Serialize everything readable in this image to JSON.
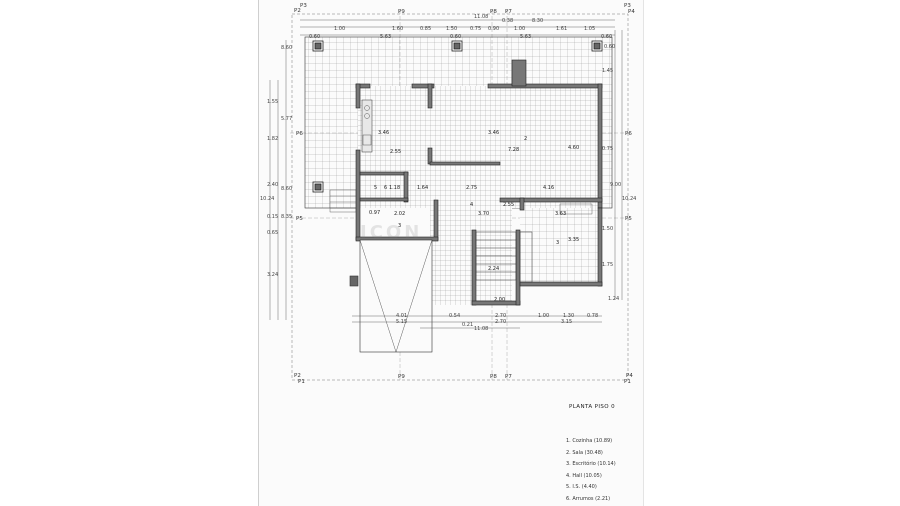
{
  "sheet": {
    "title": "PLANTA PISO 0",
    "watermark": "ICON",
    "rooms": [
      {
        "num": "1",
        "label": "1. Cozinha (10.89)"
      },
      {
        "num": "2",
        "label": "2. Sala (30.48)"
      },
      {
        "num": "3",
        "label": "3. Escritório (10.14)"
      },
      {
        "num": "4",
        "label": "4. Hall (10.05)"
      },
      {
        "num": "5",
        "label": "5. I.S. (4.40)"
      },
      {
        "num": "6",
        "label": "6. Arrumos (2.21)"
      }
    ],
    "axes": {
      "p1": "P1",
      "p2": "P2",
      "p3": "P3",
      "p4": "P4",
      "p5": "P5",
      "p6": "P6",
      "p7": "P7",
      "p8": "P8",
      "p9": "P9"
    },
    "top_dims": {
      "overall": "11.08",
      "mid": "0.38",
      "right": "8.30",
      "row2": [
        "1.00",
        "1.60",
        "0.85",
        "1.50",
        "0.75",
        "0.90",
        "1.00",
        "1.61",
        "1.05"
      ],
      "row3": [
        "0.60",
        "5.63",
        "0.60",
        "5.63",
        "0.60"
      ]
    },
    "left_dims": [
      "8.60",
      "1.55",
      "5.77",
      "1.82",
      "2.40",
      "8.60",
      "8.35",
      "0.15",
      "10.24",
      "0.65",
      "3.24"
    ],
    "right_dims": [
      "0.60",
      "1.45",
      "0.75",
      "9.00",
      "10.24",
      "1.50",
      "1.75",
      "1.24"
    ],
    "inner_dims": [
      "3.46",
      "2.55",
      "3.46",
      "7.28",
      "4.60",
      "1.64",
      "2.75",
      "4.16",
      "3.70",
      "2.55",
      "3.63",
      "3.35",
      "2.24",
      "2.00",
      "0.97",
      "2.02"
    ],
    "room_area_labels": [
      "5",
      "6",
      "1.18",
      "3"
    ],
    "bottom_dims": {
      "row1": [
        "4.01",
        "0.54",
        "2.70",
        "1.00",
        "1.30",
        "0.78"
      ],
      "row2": [
        "5.15",
        "0.21",
        "2.70",
        "3.15"
      ],
      "overall": "11.08"
    }
  }
}
